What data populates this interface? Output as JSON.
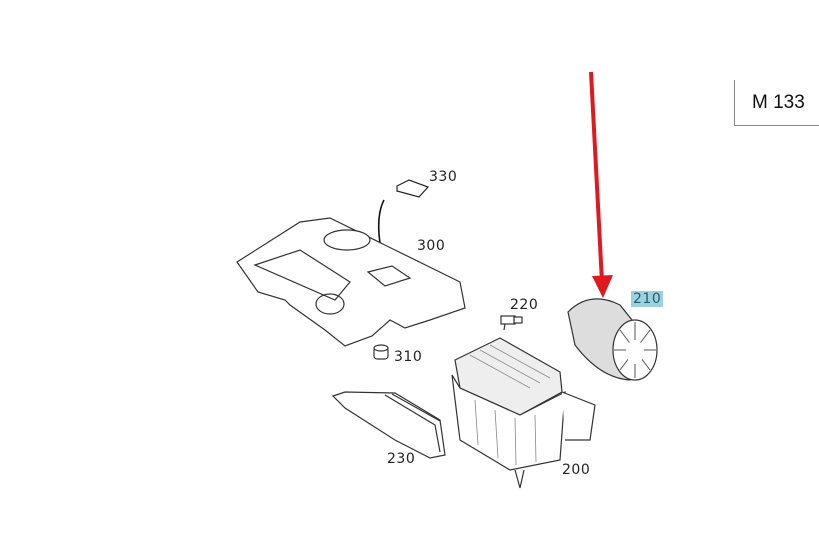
{
  "model_code": "M 133",
  "parts": [
    {
      "number": "330",
      "name": "badge"
    },
    {
      "number": "300",
      "name": "engine-cover"
    },
    {
      "number": "310",
      "name": "rubber-mount"
    },
    {
      "number": "220",
      "name": "sensor"
    },
    {
      "number": "210",
      "name": "air-filter-element",
      "highlighted": true
    },
    {
      "number": "230",
      "name": "air-duct"
    },
    {
      "number": "200",
      "name": "air-filter-housing"
    }
  ],
  "colors": {
    "arrow": "#e0191f",
    "highlight": "#9fd0de"
  }
}
